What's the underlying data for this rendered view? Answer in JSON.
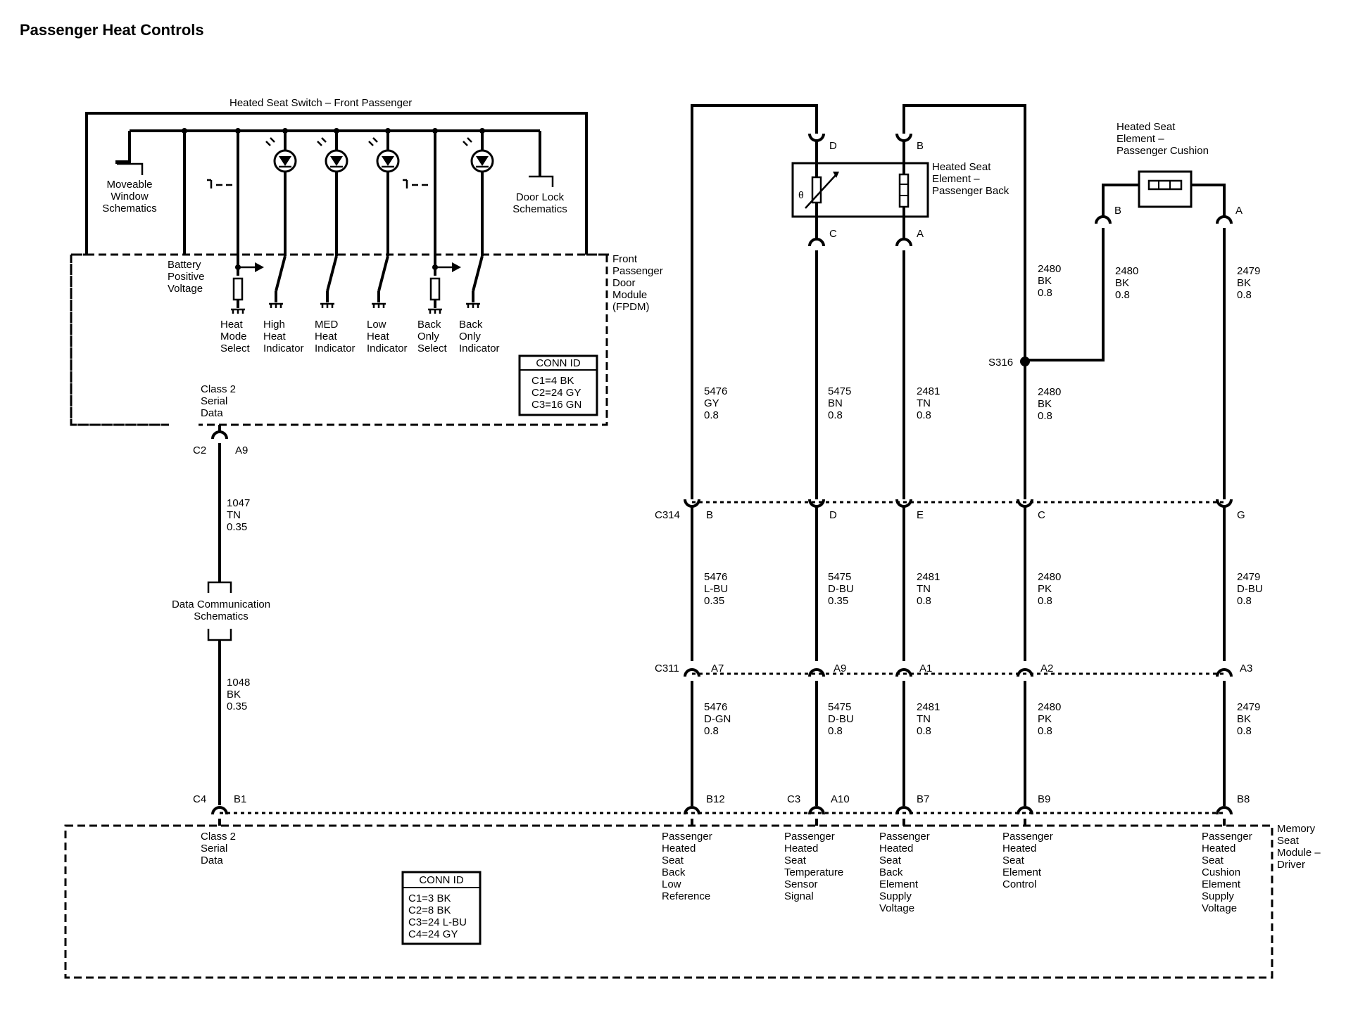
{
  "title": "Passenger Heat Controls",
  "switch_title": "Heated Seat Switch – Front Passenger",
  "moveable_window": [
    "Moveable",
    "Window",
    "Schematics"
  ],
  "door_lock": [
    "Door Lock",
    "Schematics"
  ],
  "battery": [
    "Battery",
    "Positive",
    "Voltage"
  ],
  "fpdm": [
    "Front",
    "Passenger",
    "Door",
    "Module",
    "(FPDM)"
  ],
  "fpdm_functions": [
    [
      "Heat",
      "Mode",
      "Select"
    ],
    [
      "High",
      "Heat",
      "Indicator"
    ],
    [
      "MED",
      "Heat",
      "Indicator"
    ],
    [
      "Low",
      "Heat",
      "Indicator"
    ],
    [
      "Back",
      "Only",
      "Select"
    ],
    [
      "Back",
      "Only",
      "Indicator"
    ]
  ],
  "conn_id_fpdm": {
    "header": "CONN ID",
    "lines": [
      "C1=4 BK",
      "C2=24 GY",
      "C3=16 GN"
    ]
  },
  "class2_fpdm": [
    "Class 2",
    "Serial",
    "Data"
  ],
  "fpdm_conn": {
    "connector": "C2",
    "pin": "A9"
  },
  "wire_1047": [
    "1047",
    "TN",
    "0.35"
  ],
  "data_comm": [
    "Data Communication",
    "Schematics"
  ],
  "wire_1048": [
    "1048",
    "BK",
    "0.35"
  ],
  "msm_left_conn": {
    "connector": "C4",
    "pin": "B1"
  },
  "heated_back": {
    "title": [
      "Heated Seat",
      "Element –",
      "Passenger Back"
    ],
    "pins": {
      "top_left": "D",
      "top_right": "B",
      "bottom_left": "C",
      "bottom_right": "A"
    }
  },
  "heated_cushion": {
    "title": [
      "Heated Seat",
      "Element –",
      "Passenger Cushion"
    ],
    "pins": {
      "left": "B",
      "right": "A"
    }
  },
  "splice": "S316",
  "upper_wires": {
    "w5476": [
      "5476",
      "GY",
      "0.8"
    ],
    "w5475": [
      "5475",
      "BN",
      "0.8"
    ],
    "w2481": [
      "2481",
      "TN",
      "0.8"
    ],
    "w2480_top": [
      "2480",
      "BK",
      "0.8"
    ],
    "w2480_cushion": [
      "2480",
      "BK",
      "0.8"
    ],
    "w2479_top": [
      "2479",
      "BK",
      "0.8"
    ],
    "w2480_mid": [
      "2480",
      "BK",
      "0.8"
    ]
  },
  "c314": {
    "name": "C314",
    "pins": [
      "B",
      "D",
      "E",
      "C",
      "G"
    ]
  },
  "mid_wires": [
    [
      "5476",
      "L-BU",
      "0.35"
    ],
    [
      "5475",
      "D-BU",
      "0.35"
    ],
    [
      "2481",
      "TN",
      "0.8"
    ],
    [
      "2480",
      "PK",
      "0.8"
    ],
    [
      "2479",
      "D-BU",
      "0.8"
    ]
  ],
  "c311": {
    "name": "C311",
    "pins": [
      "A7",
      "A9",
      "A1",
      "A2",
      "A3"
    ]
  },
  "lower_wires": [
    [
      "5476",
      "D-GN",
      "0.8"
    ],
    [
      "5475",
      "D-BU",
      "0.8"
    ],
    [
      "2481",
      "TN",
      "0.8"
    ],
    [
      "2480",
      "PK",
      "0.8"
    ],
    [
      "2479",
      "BK",
      "0.8"
    ]
  ],
  "msm_pins": [
    "B12",
    "A10",
    "B7",
    "B9",
    "B8"
  ],
  "msm_c3": "C3",
  "msm": [
    "Memory",
    "Seat",
    "Module –",
    "Driver"
  ],
  "class2_msm": [
    "Class 2",
    "Serial",
    "Data"
  ],
  "msm_functions": [
    [
      "Passenger",
      "Heated",
      "Seat",
      "Back",
      "Low",
      "Reference"
    ],
    [
      "Passenger",
      "Heated",
      "Seat",
      "Temperature",
      "Sensor",
      "Signal"
    ],
    [
      "Passenger",
      "Heated",
      "Seat",
      "Back",
      "Element",
      "Supply",
      "Voltage"
    ],
    [
      "Passenger",
      "Heated",
      "Seat",
      "Element",
      "Control"
    ],
    [
      "Passenger",
      "Heated",
      "Seat",
      "Cushion",
      "Element",
      "Supply",
      "Voltage"
    ]
  ],
  "conn_id_msm": {
    "header": "CONN ID",
    "lines": [
      "C1=3 BK",
      "C2=8 BK",
      "C3=24 L-BU",
      "C4=24 GY"
    ]
  }
}
